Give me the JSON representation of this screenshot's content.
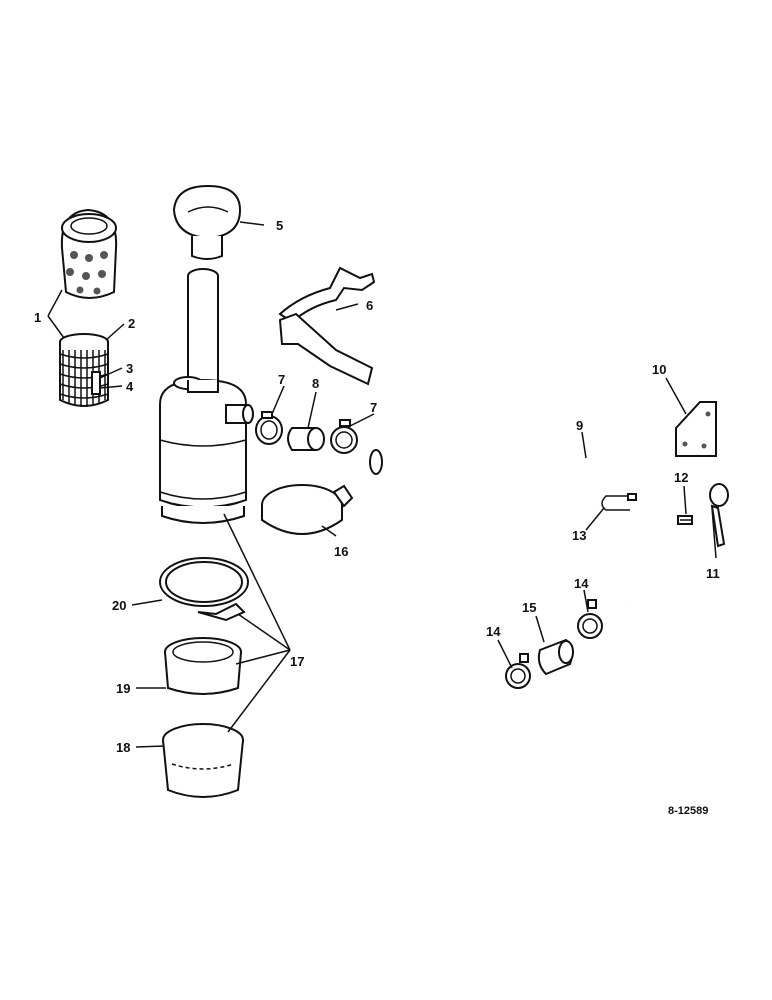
{
  "diagram": {
    "drawing_number": "8-12589",
    "callouts": [
      {
        "id": "1",
        "text": "1"
      },
      {
        "id": "2",
        "text": "2"
      },
      {
        "id": "3",
        "text": "3"
      },
      {
        "id": "4",
        "text": "4"
      },
      {
        "id": "5",
        "text": "5"
      },
      {
        "id": "6",
        "text": "6"
      },
      {
        "id": "7a",
        "text": "7"
      },
      {
        "id": "7b",
        "text": "7"
      },
      {
        "id": "8",
        "text": "8"
      },
      {
        "id": "9",
        "text": "9"
      },
      {
        "id": "10",
        "text": "10"
      },
      {
        "id": "11",
        "text": "11"
      },
      {
        "id": "12",
        "text": "12"
      },
      {
        "id": "13",
        "text": "13"
      },
      {
        "id": "14a",
        "text": "14"
      },
      {
        "id": "14b",
        "text": "14"
      },
      {
        "id": "15",
        "text": "15"
      },
      {
        "id": "16",
        "text": "16"
      },
      {
        "id": "17",
        "text": "17"
      },
      {
        "id": "18",
        "text": "18"
      },
      {
        "id": "19",
        "text": "19"
      },
      {
        "id": "20",
        "text": "20"
      }
    ]
  }
}
